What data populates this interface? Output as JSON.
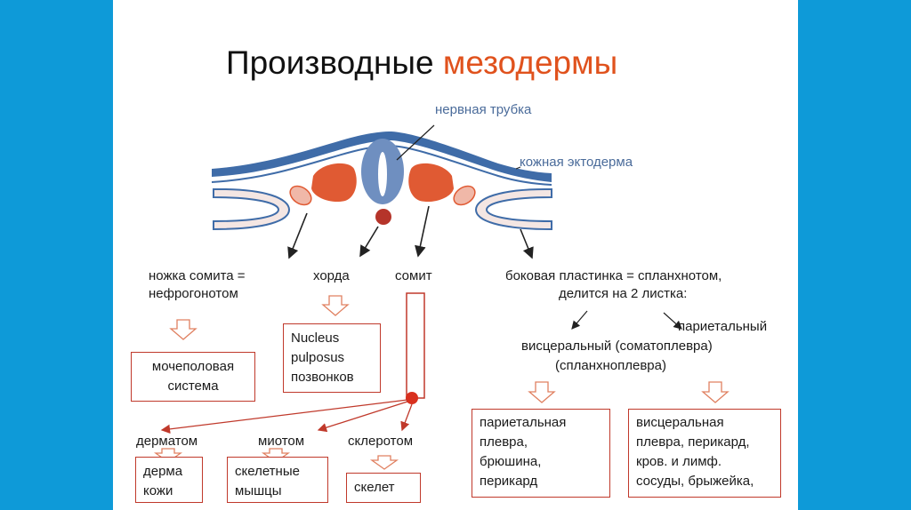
{
  "title": {
    "main": "Производные",
    "accent": "мезодермы"
  },
  "top_labels": {
    "neural_tube": "нервная трубка",
    "skin_ectoderm": "кожная эктодерма"
  },
  "categories": {
    "somite_stalk": [
      "ножка сомита =",
      "нефрогонотом"
    ],
    "chorda": "хорда",
    "somite": "сомит",
    "lateral_plate": [
      "боковая пластинка = спланхнотом,",
      "делится на 2 листка:"
    ]
  },
  "sheets": {
    "parietal": "париетальный",
    "visceral": "висцеральный (соматоплевра)",
    "splanchno": "(спланхноплевра)"
  },
  "somite_parts": {
    "dermatome": "дерматом",
    "myotome": "миотом",
    "sclerotome": "склеротом"
  },
  "boxes": {
    "urogenital": [
      "мочеполовая",
      "система"
    ],
    "nucleus": [
      "Nucleus",
      "pulposus",
      "позвонков"
    ],
    "dermis": [
      "дерма",
      "кожи"
    ],
    "muscles": [
      "скелетные",
      "мышцы"
    ],
    "skeleton": [
      "скелет"
    ],
    "parietal_pleura": [
      "париетальная",
      "плевра,",
      "брюшина,",
      "перикард"
    ],
    "visceral_pleura": [
      "висцеральная",
      "плевра, перикард,",
      "кров. и лимф.",
      "сосуды, брыжейка,"
    ]
  },
  "colors": {
    "accent": "#e0521d",
    "frame": "#0e9ad8",
    "box_border": "#c0392b",
    "ectoderm": "#3f6ca8",
    "neural_tube": "#6f8fc0",
    "somite": "#e05a33",
    "chorda": "#b5342a",
    "lateral": "#f0b8a8"
  }
}
